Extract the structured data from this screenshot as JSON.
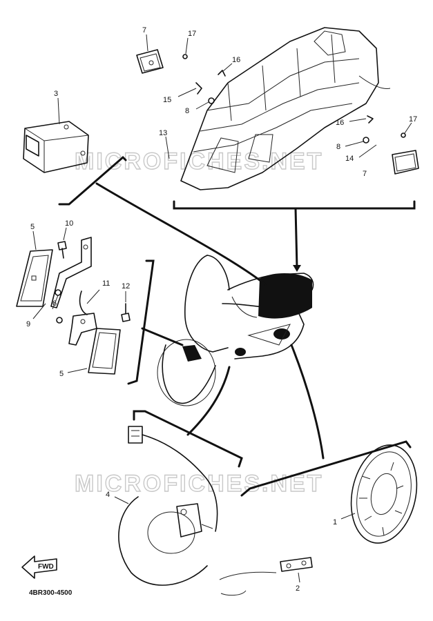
{
  "watermark": "MICROFICHES.NET",
  "drawing_code": "4BR300-4500",
  "arrow_label": "FWD",
  "callouts": {
    "c1": "1",
    "c2": "2",
    "c3": "3",
    "c4": "4",
    "c5a": "5",
    "c5b": "5",
    "c6": "6",
    "c7a": "7",
    "c7b": "7",
    "c8a": "8",
    "c8b": "8",
    "c9": "9",
    "c10": "10",
    "c11": "11",
    "c12": "12",
    "c13": "13",
    "c14": "14",
    "c15": "15",
    "c16a": "16",
    "c16b": "16",
    "c17a": "17",
    "c17b": "17"
  },
  "colors": {
    "ink": "#111111",
    "watermark": "#c8c8c8",
    "background": "#ffffff"
  }
}
